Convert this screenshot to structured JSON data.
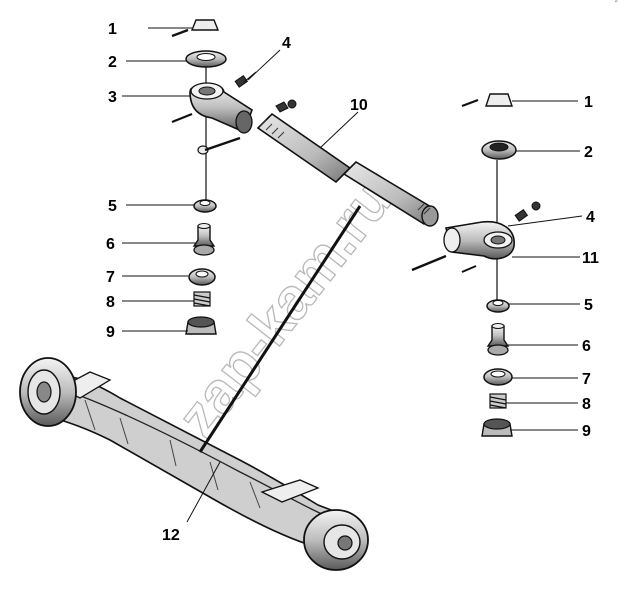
{
  "watermark": "zap-kam.ru",
  "corner_mark": "″",
  "callouts": {
    "l1": "1",
    "l2": "2",
    "l3": "3",
    "l4": "4",
    "l5": "5",
    "l6": "6",
    "l7": "7",
    "l8": "8",
    "l9": "9",
    "l10": "10",
    "l12": "12",
    "r1": "1",
    "r2": "2",
    "r4": "4",
    "r11": "11",
    "r5": "5",
    "r6": "6",
    "r7": "7",
    "r8": "8",
    "r9": "9"
  }
}
